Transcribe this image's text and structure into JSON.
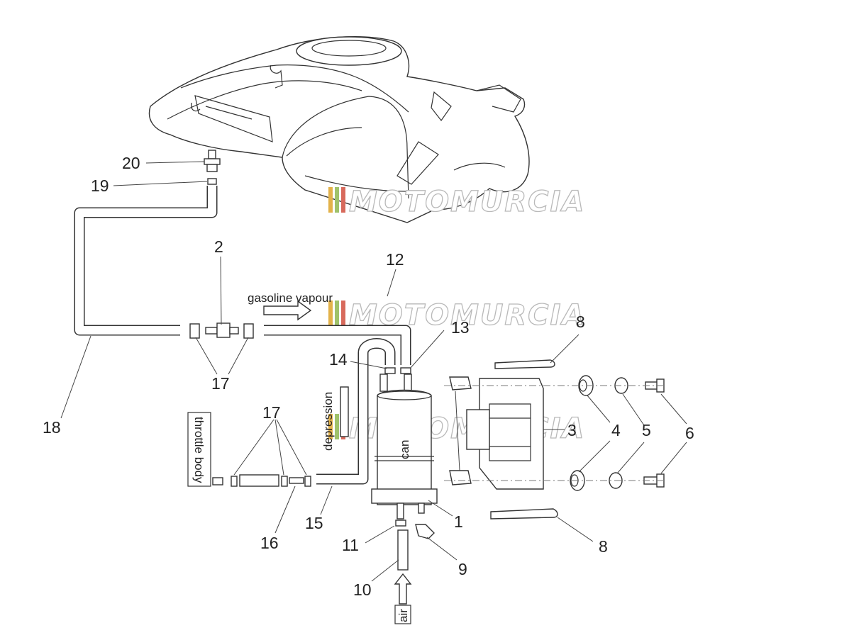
{
  "callouts": [
    "1",
    "2",
    "3",
    "4",
    "5",
    "6",
    "8",
    "8",
    "9",
    "10",
    "11",
    "12",
    "13",
    "14",
    "15",
    "16",
    "17",
    "17",
    "18",
    "19",
    "20"
  ],
  "labels": {
    "gasoline_vapour": "gasoline vapour",
    "throttle_body": "throttle body",
    "depression": "depression",
    "canister": "can",
    "air": "air"
  },
  "watermark": "MOTOMURCIA",
  "colors": {
    "line": "#333333",
    "watermark_outline": "#b9b9b9",
    "stripe_1": "#e3b24a",
    "stripe_2": "#9fc26b",
    "stripe_3": "#d86a5c"
  }
}
